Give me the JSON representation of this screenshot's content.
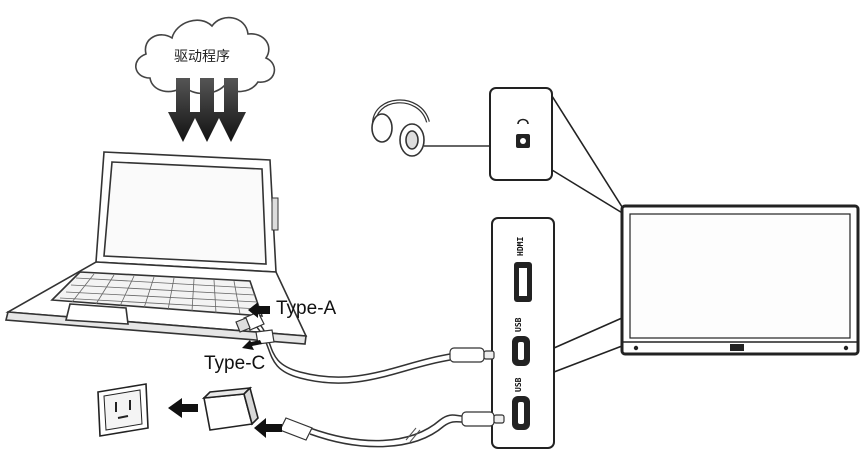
{
  "cloud": {
    "label": "驱动程序"
  },
  "cables": {
    "type_a_label": "Type-A",
    "type_c_label": "Type-C"
  },
  "ports": {
    "port1": "HDMI",
    "port2": "USB",
    "port3": "USB"
  }
}
